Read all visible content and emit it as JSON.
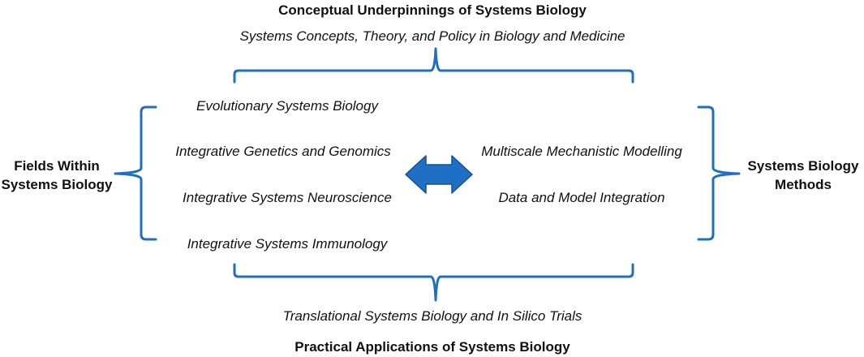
{
  "top": {
    "title": "Conceptual Underpinnings of Systems Biology",
    "subtitle": "Systems Concepts, Theory, and Policy in Biology and Medicine"
  },
  "bottom": {
    "subtitle": "Translational Systems Biology and In Silico Trials",
    "title": "Practical Applications of Systems Biology"
  },
  "left": {
    "title_line1": "Fields Within",
    "title_line2": "Systems Biology",
    "items": [
      "Evolutionary Systems Biology",
      "Integrative Genetics and Genomics",
      "Integrative Systems Neuroscience",
      "Integrative Systems Immunology"
    ]
  },
  "right": {
    "title_line1": "Systems Biology",
    "title_line2": "Methods",
    "items": [
      "Multiscale Mechanistic Modelling",
      "Data and Model Integration"
    ]
  },
  "colors": {
    "brace": "#1f6fbf",
    "arrow": "#1f6fc6",
    "arrow_stroke": "#1a4f8f",
    "text": "#111111"
  },
  "icons": {
    "double_arrow": "double-headed-arrow-icon"
  }
}
